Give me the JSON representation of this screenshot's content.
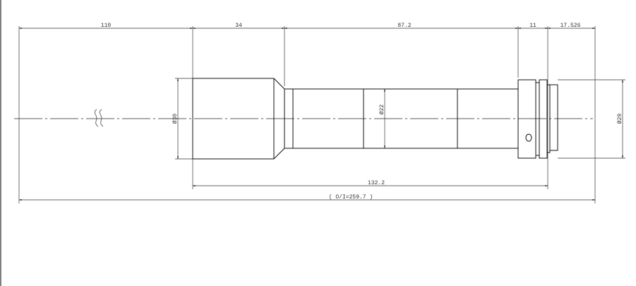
{
  "dimensions": {
    "front_distance": "110",
    "barrel_length": "34",
    "body_length": "87.2",
    "flange_length": "11",
    "back_focus": "17.526",
    "dia_front": "Ø30",
    "dia_body": "Ø22",
    "dia_mount": "Ø29",
    "lens_length": "132.2",
    "object_image": "( O/I=259.7 )"
  }
}
